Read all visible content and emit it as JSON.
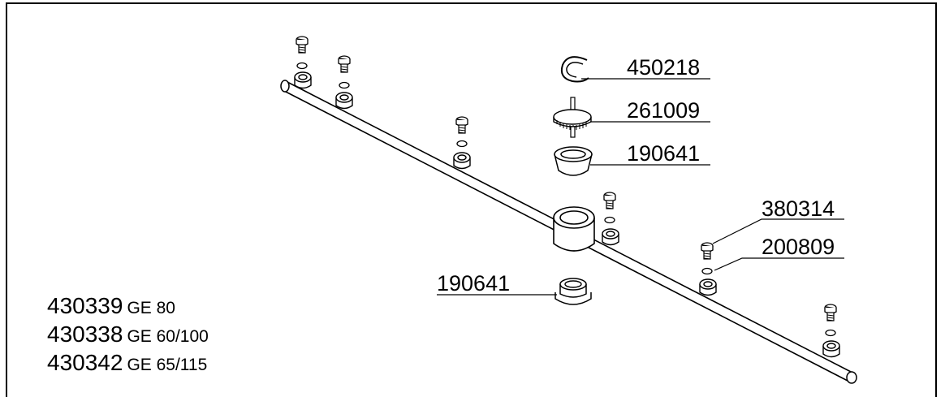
{
  "callouts": [
    {
      "id": "c1",
      "number": "450218"
    },
    {
      "id": "c2",
      "number": "261009"
    },
    {
      "id": "c3",
      "number": "190641"
    },
    {
      "id": "c4",
      "number": "380314"
    },
    {
      "id": "c5",
      "number": "200809"
    },
    {
      "id": "c6",
      "number": "190641"
    }
  ],
  "legend": [
    {
      "number": "430339",
      "model": "GE 80"
    },
    {
      "number": "430338",
      "model": "GE 60/100"
    },
    {
      "number": "430342",
      "model": "GE 65/115"
    }
  ]
}
